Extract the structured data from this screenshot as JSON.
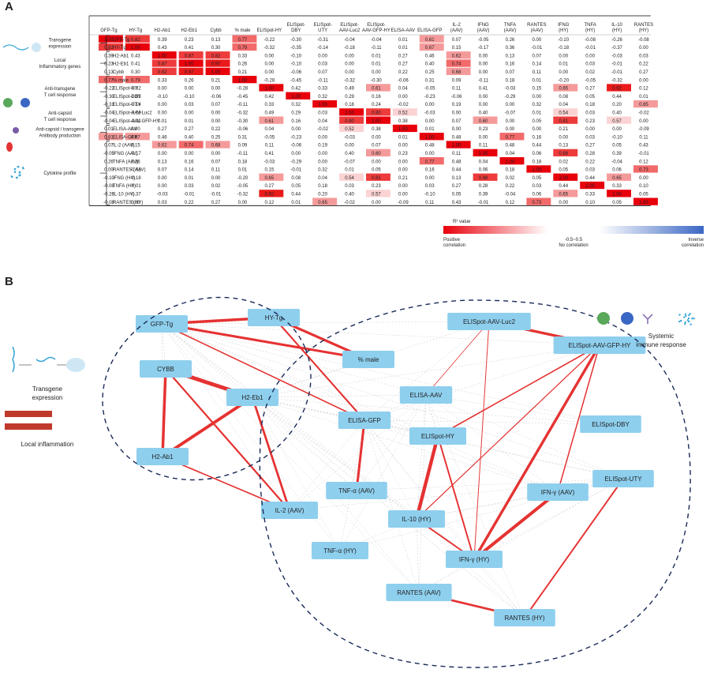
{
  "panel_a_label": "A",
  "panel_b_label": "B",
  "heatmap": {
    "columns": [
      "GFP-Tg",
      "HY-Tg",
      "H2-Ab1",
      "H2-Eb1",
      "Cybb",
      "% male",
      "ELISpot-HY",
      "ELISpot-DBY",
      "ELISpot-UTY",
      "ELISpot-AAV-Luc2",
      "ELISpot-AAV-GFP-HY",
      "ELISA-AAV",
      "ELISA-GFP",
      "IL-2 (AAV)",
      "IFNG (AAV)",
      "TNFA (AAV)",
      "RANTES (AAV)",
      "IFNG (HY)",
      "TNFA (HY)",
      "IL-10 (HY)",
      "RANTES (HY)"
    ],
    "rows": [
      "GFP-Tg",
      "HY-Tg",
      "H2-Ab1",
      "H2-Eb1",
      "Cybb",
      "% male",
      "ELISpot-HY",
      "ELISpot-DBY",
      "ELISpot-UTY",
      "ELISpot-AAV-Luc2",
      "ELISpot-AAV-GFP-HY",
      "ELISA-AAV",
      "ELISA-GFP",
      "IL-2 (AAV)",
      "IFNG (AAV)",
      "TNFA (AAV)",
      "RANTES (AAV)",
      "IFNG (HY)",
      "TNFA (HY)",
      "IL-10 (HY)",
      "RANTES (HY)"
    ],
    "values": [
      [
        1.0,
        0.82,
        0.39,
        0.23,
        0.13,
        0.77,
        -0.22,
        -0.3,
        -0.31,
        -0.04,
        -0.04,
        0.01,
        0.61,
        0.07,
        -0.05,
        0.26,
        0.0,
        -0.1,
        -0.08,
        -0.26,
        -0.08
      ],
      [
        0.82,
        1.0,
        0.43,
        0.41,
        0.3,
        0.79,
        -0.32,
        -0.35,
        -0.14,
        -0.18,
        -0.11,
        0.01,
        0.67,
        0.15,
        -0.17,
        0.36,
        -0.01,
        -0.18,
        -0.01,
        -0.37,
        0.0
      ],
      [
        0.39,
        0.43,
        1.0,
        0.87,
        0.82,
        0.33,
        0.0,
        -0.1,
        0.0,
        0.0,
        0.01,
        0.27,
        0.46,
        0.62,
        0.0,
        0.13,
        0.07,
        0.0,
        0.0,
        -0.03,
        0.03
      ],
      [
        0.23,
        0.41,
        0.87,
        1.0,
        0.97,
        0.26,
        0.0,
        -0.1,
        0.03,
        0.0,
        0.01,
        0.27,
        0.4,
        0.74,
        0.0,
        0.16,
        0.14,
        0.01,
        0.03,
        -0.01,
        0.22
      ],
      [
        0.13,
        0.3,
        0.82,
        0.97,
        1.0,
        0.21,
        0.0,
        -0.06,
        0.07,
        0.0,
        0.0,
        0.22,
        0.25,
        0.68,
        0.0,
        0.07,
        0.11,
        0.0,
        0.02,
        -0.01,
        0.27
      ],
      [
        0.77,
        0.79,
        0.33,
        0.26,
        0.21,
        1.0,
        -0.28,
        -0.45,
        -0.11,
        -0.32,
        -0.3,
        -0.06,
        0.31,
        0.09,
        -0.11,
        0.18,
        0.01,
        -0.2,
        -0.05,
        -0.32,
        0.0
      ],
      [
        -0.22,
        -0.32,
        0.0,
        0.0,
        0.0,
        -0.28,
        1.0,
        0.42,
        0.33,
        0.49,
        0.61,
        0.04,
        -0.05,
        0.11,
        0.41,
        -0.03,
        0.15,
        0.65,
        0.27,
        0.92,
        0.12
      ],
      [
        -0.3,
        -0.35,
        -0.1,
        -0.1,
        -0.06,
        -0.45,
        0.42,
        1.0,
        0.32,
        0.29,
        0.16,
        0.0,
        -0.23,
        -0.06,
        0.0,
        -0.29,
        0.0,
        0.08,
        0.05,
        0.44,
        0.01
      ],
      [
        -0.31,
        -0.14,
        0.0,
        0.03,
        0.07,
        -0.11,
        0.33,
        0.32,
        1.0,
        0.18,
        0.24,
        -0.02,
        0.0,
        0.19,
        0.0,
        0.0,
        0.32,
        0.04,
        0.18,
        0.2,
        0.65
      ],
      [
        -0.04,
        -0.18,
        0.0,
        0.0,
        0.0,
        -0.32,
        0.49,
        0.29,
        0.03,
        1.0,
        0.8,
        0.52,
        -0.03,
        0.0,
        0.4,
        -0.07,
        0.01,
        0.54,
        0.03,
        0.4,
        -0.02
      ],
      [
        -0.04,
        -0.11,
        0.01,
        0.01,
        0.0,
        -0.3,
        0.61,
        0.16,
        0.04,
        0.8,
        1.0,
        0.38,
        0.0,
        0.07,
        0.6,
        0.0,
        0.05,
        0.81,
        0.23,
        0.57,
        0.0
      ],
      [
        0.01,
        0.0,
        0.27,
        0.27,
        0.22,
        -0.06,
        0.04,
        0.0,
        -0.02,
        0.52,
        0.38,
        1.0,
        0.01,
        0.0,
        0.23,
        0.0,
        0.0,
        0.21,
        0.0,
        0.0,
        -0.09
      ],
      [
        0.61,
        0.67,
        0.46,
        0.4,
        0.25,
        0.31,
        -0.05,
        -0.23,
        0.0,
        -0.03,
        0.0,
        0.01,
        1.0,
        0.48,
        0.0,
        0.77,
        0.16,
        0.0,
        0.03,
        -0.1,
        0.11
      ],
      [
        0.07,
        0.15,
        0.62,
        0.74,
        0.68,
        0.09,
        0.11,
        -0.06,
        0.19,
        0.0,
        0.07,
        0.0,
        0.48,
        1.0,
        0.11,
        0.48,
        0.44,
        0.13,
        0.27,
        0.05,
        0.43
      ],
      [
        -0.05,
        -0.17,
        0.0,
        0.0,
        0.0,
        -0.11,
        0.41,
        0.0,
        0.0,
        0.4,
        0.6,
        0.23,
        0.0,
        0.11,
        1.0,
        0.04,
        0.06,
        0.88,
        0.28,
        0.39,
        -0.01
      ],
      [
        0.26,
        0.36,
        0.13,
        0.16,
        0.07,
        0.18,
        -0.03,
        -0.29,
        0.0,
        -0.07,
        0.0,
        0.0,
        0.77,
        0.48,
        0.04,
        1.0,
        0.18,
        0.02,
        0.22,
        -0.04,
        0.12
      ],
      [
        0.0,
        -0.01,
        0.07,
        0.14,
        0.11,
        0.01,
        0.15,
        -0.01,
        0.32,
        0.01,
        0.05,
        0.0,
        0.16,
        0.44,
        0.06,
        0.18,
        1.0,
        0.05,
        0.03,
        0.06,
        0.73
      ],
      [
        -0.1,
        -0.18,
        0.0,
        0.01,
        0.0,
        -0.2,
        0.65,
        0.08,
        0.04,
        0.54,
        0.81,
        0.21,
        0.0,
        0.13,
        0.88,
        0.02,
        0.05,
        1.0,
        0.44,
        0.65,
        0.0
      ],
      [
        -0.08,
        -0.01,
        0.0,
        0.03,
        0.02,
        -0.05,
        0.27,
        0.05,
        0.18,
        0.03,
        0.23,
        0.0,
        0.03,
        0.27,
        0.28,
        0.22,
        0.03,
        0.44,
        1.0,
        0.33,
        0.1
      ],
      [
        -0.26,
        -0.37,
        -0.03,
        -0.01,
        -0.01,
        -0.32,
        0.92,
        0.44,
        0.2,
        0.4,
        0.57,
        0.0,
        -0.1,
        0.05,
        0.39,
        -0.04,
        0.06,
        0.65,
        0.33,
        1.0,
        0.05
      ],
      [
        -0.08,
        0.0,
        0.03,
        0.22,
        0.27,
        0.0,
        0.12,
        0.01,
        0.65,
        -0.02,
        0.0,
        -0.09,
        0.11,
        0.43,
        -0.01,
        0.12,
        0.73,
        0.0,
        0.1,
        0.05,
        1.0
      ]
    ],
    "groups": [
      {
        "label": "Transgene\nexpression",
        "start": 0,
        "end": 1
      },
      {
        "label": "Local\nInflammatory genes",
        "start": 2,
        "end": 4
      },
      {
        "label": "Anti-transgene\nT cell response",
        "start": 5,
        "end": 8
      },
      {
        "label": "Anti-capsid\nT cell response",
        "start": 9,
        "end": 10
      },
      {
        "label": "Anti-capsid / transgene\nAntibody production",
        "start": 11,
        "end": 12
      },
      {
        "label": "Cytokine profile",
        "start": 13,
        "end": 20
      }
    ],
    "legend": {
      "title": "R² value",
      "pos_label": "Positive\ncorrelation",
      "mid_label": "-0.5~0.5\nNo correlation",
      "neg_label": "Inverse\ncorrelation"
    }
  },
  "network": {
    "nodes": [
      {
        "id": "GFP-Tg",
        "label": "GFP-Tg"
      },
      {
        "id": "HY-Tg",
        "label": "HY-Tg"
      },
      {
        "id": "CYBB",
        "label": "CYBB"
      },
      {
        "id": "H2-Eb1",
        "label": "H2-Eb1"
      },
      {
        "id": "H2-Ab1",
        "label": "H2-Ab1"
      },
      {
        "id": "male",
        "label": "% male"
      },
      {
        "id": "ELISA-GFP",
        "label": "ELISA-GFP"
      },
      {
        "id": "ELISpot-AAV-Luc2",
        "label": "ELISpot-AAV-Luc2"
      },
      {
        "id": "ELISpot-AAV-GFP-HY",
        "label": "ELISpot-AAV-GFP-HY"
      },
      {
        "id": "ELISA-AAV",
        "label": "ELISA-AAV"
      },
      {
        "id": "ELISpot-HY",
        "label": "ELISpot-HY"
      },
      {
        "id": "ELISpot-DBY",
        "label": "ELISpot-DBY"
      },
      {
        "id": "ELISpot-UTY",
        "label": "ELISpot-UTY"
      },
      {
        "id": "TNFa-AAV",
        "label": "TNF-α (AAV)"
      },
      {
        "id": "IL2-AAV",
        "label": "IL-2 (AAV)"
      },
      {
        "id": "IL10-HY",
        "label": "IL-10 (HY)"
      },
      {
        "id": "IFNg-AAV",
        "label": "IFN-γ (AAV)"
      },
      {
        "id": "TNFa-HY",
        "label": "TNF-α (HY)"
      },
      {
        "id": "IFNg-HY",
        "label": "IFN-γ (HY)"
      },
      {
        "id": "RANTES-AAV",
        "label": "RANTES (AAV)"
      },
      {
        "id": "RANTES-HY",
        "label": "RANTES (HY)"
      }
    ],
    "strong_edges": [
      [
        "GFP-Tg",
        "HY-Tg",
        0.82
      ],
      [
        "GFP-Tg",
        "male",
        0.77
      ],
      [
        "HY-Tg",
        "male",
        0.79
      ],
      [
        "GFP-Tg",
        "ELISA-GFP",
        0.61
      ],
      [
        "HY-Tg",
        "ELISA-GFP",
        0.67
      ],
      [
        "CYBB",
        "H2-Eb1",
        0.97
      ],
      [
        "H2-Ab1",
        "H2-Eb1",
        0.87
      ],
      [
        "H2-Ab1",
        "CYBB",
        0.82
      ],
      [
        "H2-Eb1",
        "IL2-AAV",
        0.74
      ],
      [
        "CYBB",
        "IL2-AAV",
        0.68
      ],
      [
        "H2-Ab1",
        "IL2-AAV",
        0.62
      ],
      [
        "ELISA-GFP",
        "TNFa-AAV",
        0.77
      ],
      [
        "ELISpot-AAV-Luc2",
        "ELISpot-AAV-GFP-HY",
        0.8
      ],
      [
        "ELISpot-HY",
        "IL10-HY",
        0.92
      ],
      [
        "IFNg-AAV",
        "IFNg-HY",
        0.88
      ],
      [
        "ELISpot-AAV-GFP-HY",
        "IFNg-HY",
        0.81
      ],
      [
        "ELISpot-HY",
        "IFNg-HY",
        0.65
      ],
      [
        "IL10-HY",
        "IFNg-HY",
        0.65
      ],
      [
        "ELISpot-UTY",
        "RANTES-HY",
        0.65
      ],
      [
        "RANTES-AAV",
        "RANTES-HY",
        0.73
      ],
      [
        "ELISpot-HY",
        "ELISpot-AAV-GFP-HY",
        0.61
      ],
      [
        "ELISpot-AAV-GFP-HY",
        "IFNg-AAV",
        0.6
      ],
      [
        "ELISpot-AAV-GFP-HY",
        "IL10-HY",
        0.57
      ],
      [
        "ELISpot-AAV-Luc2",
        "IFNg-HY",
        0.54
      ],
      [
        "ELISpot-AAV-Luc2",
        "ELISA-AAV",
        0.52
      ]
    ],
    "label_transgene": "Transgene\nexpression",
    "label_local": "Local inflammation",
    "label_systemic": "Systemic\nimmune response"
  },
  "colors": {
    "positive": "#e53232",
    "negative": "#3b67c4",
    "node": "#8ecfee",
    "border": "#1b2a5a"
  },
  "chart_data": {
    "type": "heatmap",
    "x_categories": [
      "GFP-Tg",
      "HY-Tg",
      "H2-Ab1",
      "H2-Eb1",
      "Cybb",
      "% male",
      "ELISpot-HY",
      "ELISpot-DBY",
      "ELISpot-UTY",
      "ELISpot-AAV-Luc2",
      "ELISpot-AAV-GFP-HY",
      "ELISA-AAV",
      "ELISA-GFP",
      "IL-2 (AAV)",
      "IFNG (AAV)",
      "TNFA (AAV)",
      "RANTES (AAV)",
      "IFNG (HY)",
      "TNFA (HY)",
      "IL-10 (HY)",
      "RANTES (HY)"
    ],
    "y_categories": [
      "GFP-Tg",
      "HY-Tg",
      "H2-Ab1",
      "H2-Eb1",
      "Cybb",
      "% male",
      "ELISpot-HY",
      "ELISpot-DBY",
      "ELISpot-UTY",
      "ELISpot-AAV-Luc2",
      "ELISpot-AAV-GFP-HY",
      "ELISA-AAV",
      "ELISA-GFP",
      "IL-2 (AAV)",
      "IFNG (AAV)",
      "TNFA (AAV)",
      "RANTES (AAV)",
      "IFNG (HY)",
      "TNFA (HY)",
      "IL-10 (HY)",
      "RANTES (HY)"
    ],
    "value_range": [
      -1,
      1
    ]
  }
}
